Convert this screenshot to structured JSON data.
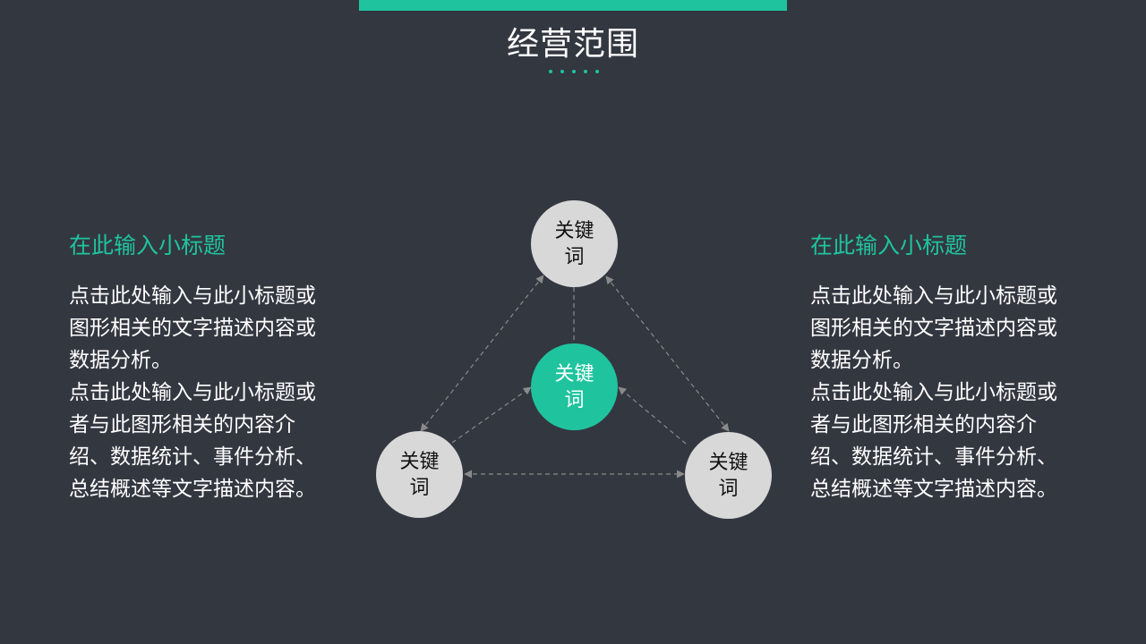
{
  "header": {
    "title": "经营范围",
    "accent_color": "#1fc49f",
    "background_color": "#333740",
    "dots_count": 5
  },
  "left_panel": {
    "subtitle": "在此输入小标题",
    "lines": [
      "点击此处输入与此小标题或",
      "图形相关的文字描述内容或",
      "数据分析。",
      "点击此处输入与此小标题或",
      "者与此图形相关的内容介",
      "绍、数据统计、事件分析、",
      "总结概述等文字描述内容。"
    ]
  },
  "right_panel": {
    "subtitle": "在此输入小标题",
    "lines": [
      "点击此处输入与此小标题或",
      "图形相关的文字描述内容或",
      "数据分析。",
      "点击此处输入与此小标题或",
      "者与此图形相关的内容介",
      "绍、数据统计、事件分析、",
      "总结概述等文字描述内容。"
    ]
  },
  "diagram": {
    "nodes": {
      "top": {
        "line1": "关键",
        "line2": "词"
      },
      "center": {
        "line1": "关键",
        "line2": "词"
      },
      "left": {
        "line1": "关键",
        "line2": "词"
      },
      "right": {
        "line1": "关键",
        "line2": "词"
      }
    },
    "connector_color": "#8a8a8a"
  }
}
